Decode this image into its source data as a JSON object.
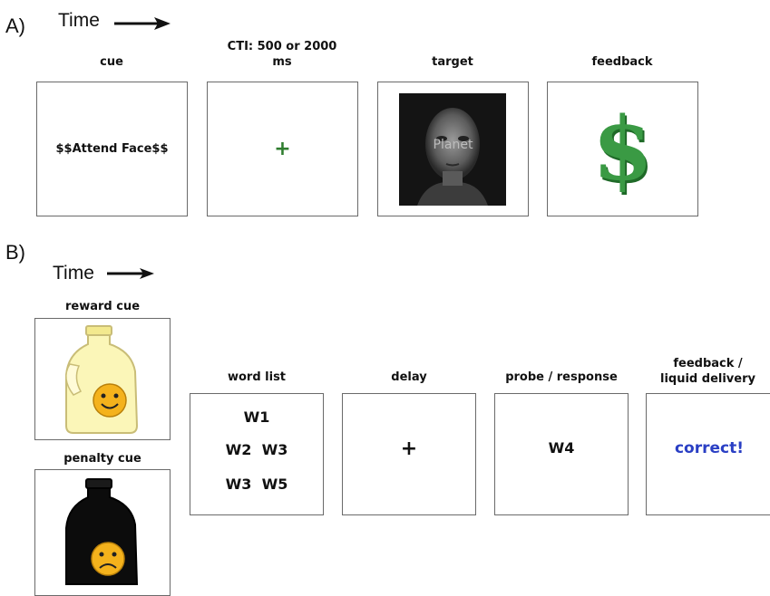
{
  "panel_a": {
    "label": "A)",
    "time_label": "Time",
    "steps": [
      {
        "caption": "cue",
        "content": "$$Attend Face$$"
      },
      {
        "caption": "CTI: 500 or 2000 ms",
        "content": "+"
      },
      {
        "caption": "target",
        "content": "Planet"
      },
      {
        "caption": "feedback",
        "content": "$"
      }
    ]
  },
  "panel_b": {
    "label": "B)",
    "time_label": "Time",
    "reward_cue": {
      "caption": "reward cue"
    },
    "penalty_cue": {
      "caption": "penalty cue"
    },
    "steps": [
      {
        "caption": "word list",
        "words": [
          "W1",
          "W2  W3",
          "W3  W5"
        ]
      },
      {
        "caption": "delay",
        "content": "+"
      },
      {
        "caption": "probe / response",
        "content": "W4"
      },
      {
        "caption_line1": "feedback /",
        "caption_line2": "liquid delivery",
        "content": "correct!"
      }
    ]
  },
  "colors": {
    "cross_green": "#2f7d2f",
    "dollar_green": "#3a9a44",
    "correct_blue": "#2a3fc4",
    "reward_jug": "#fbf6b8",
    "penalty_jug": "#0c0c0c",
    "smiley": "#f4b21c"
  }
}
